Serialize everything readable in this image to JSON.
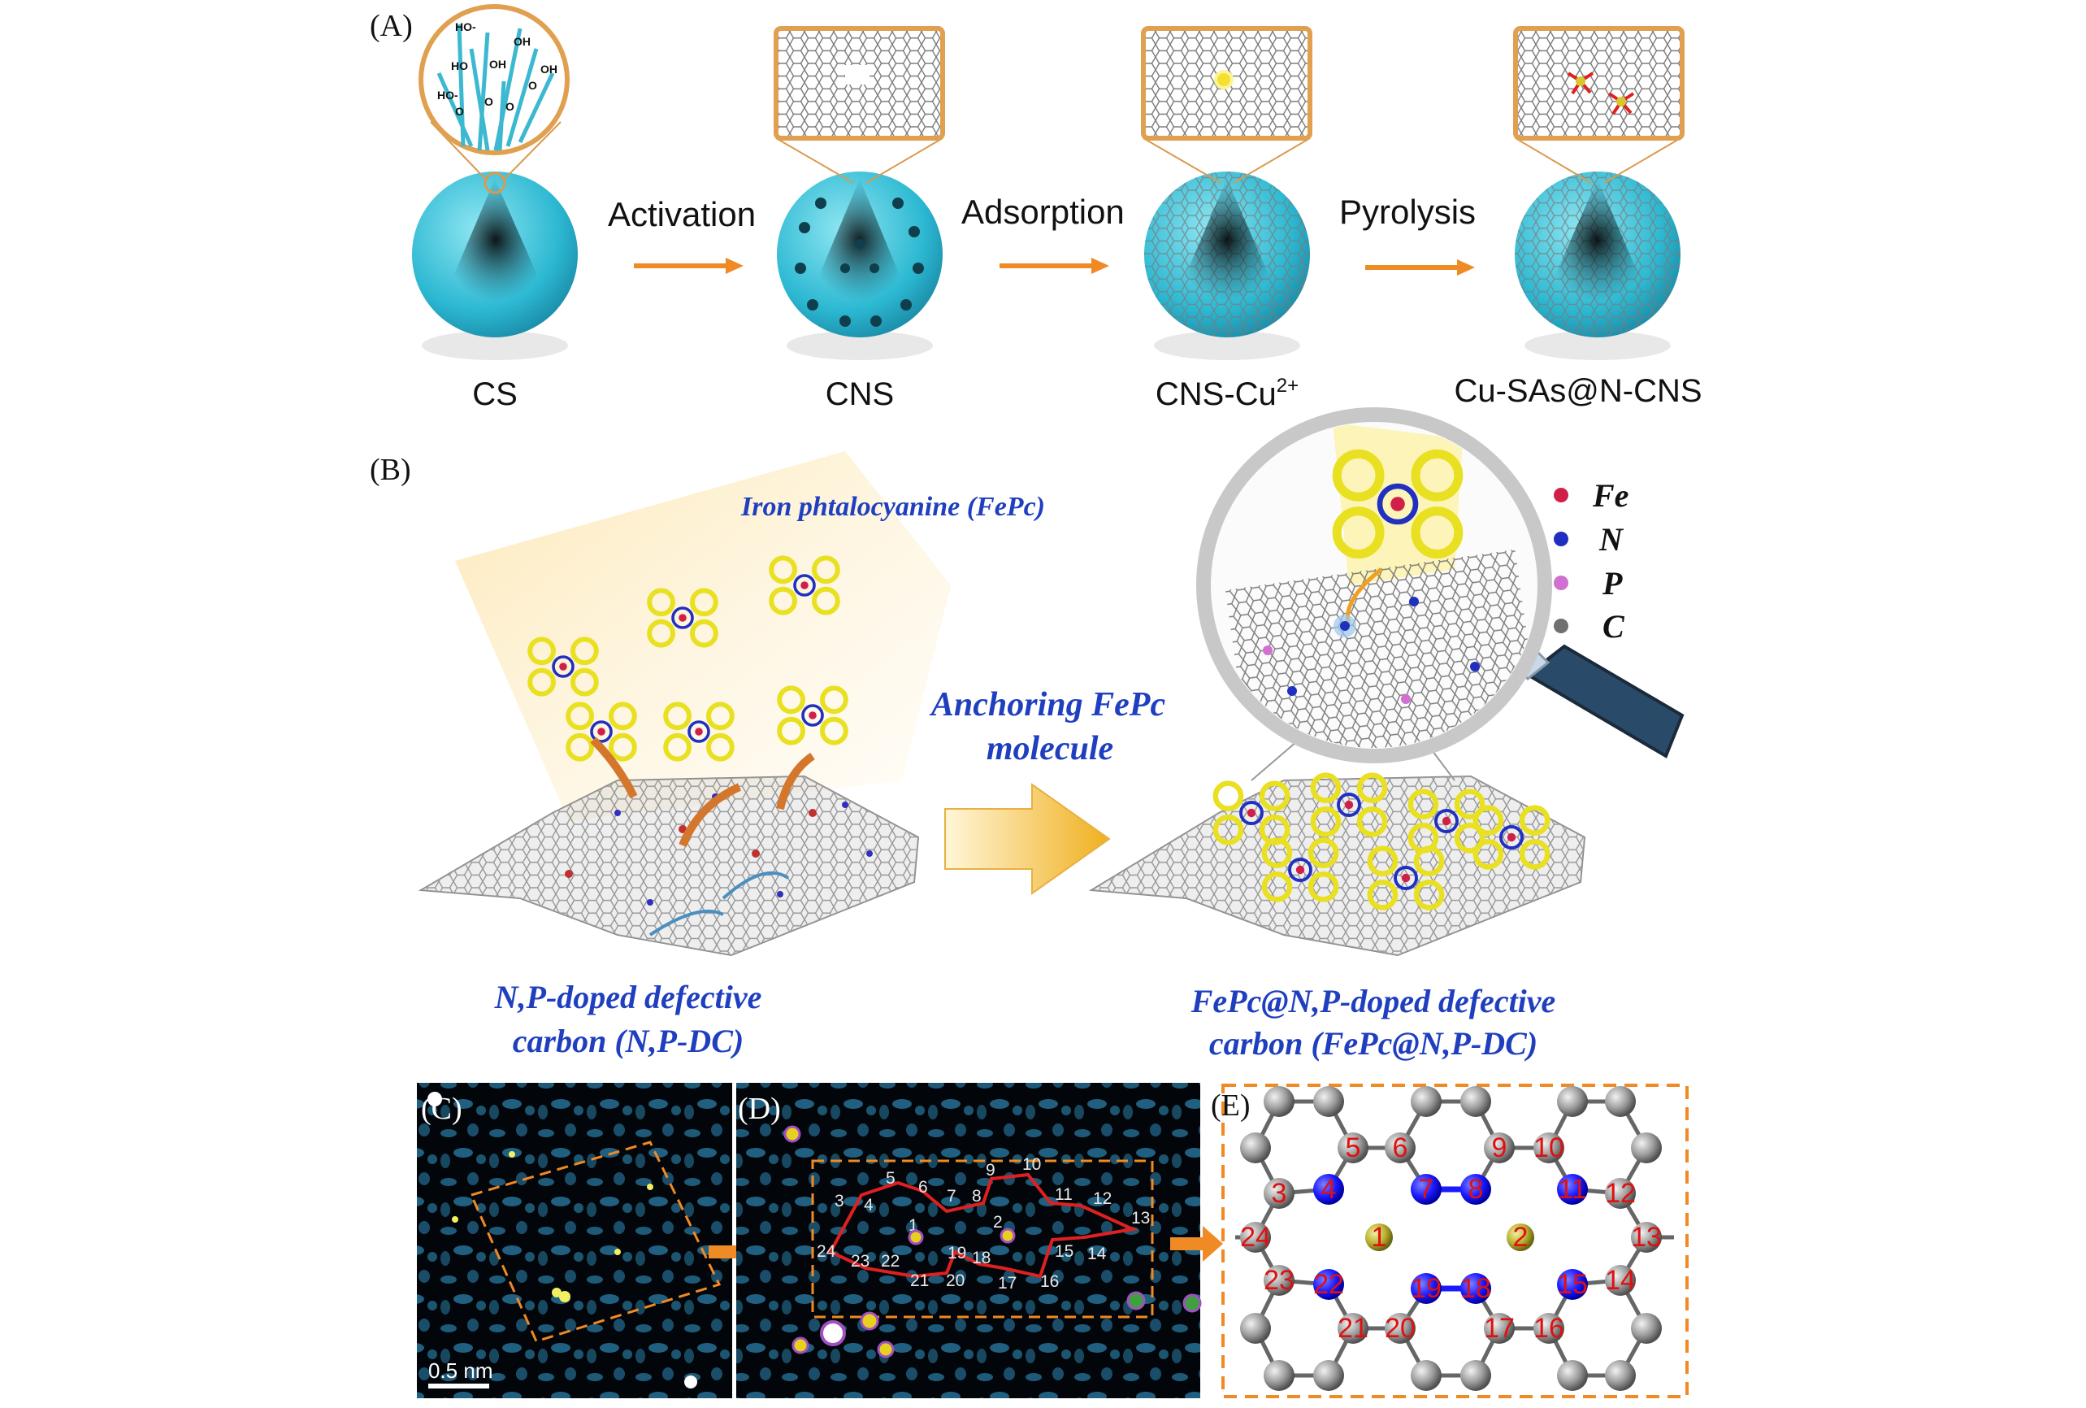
{
  "panel_a": {
    "label": "(A)",
    "steps": [
      "Activation",
      "Adsorption",
      "Pyrolysis"
    ],
    "stages": [
      "CS",
      "CNS",
      "CNS-Cu",
      "Cu-SAs@N-CNS"
    ],
    "stage3_superscript": "2+",
    "hydroxyl_labels": [
      "HO-",
      "OH",
      "HO",
      "OH",
      "OH",
      "HO-",
      "O",
      "O",
      "O",
      "O"
    ]
  },
  "panel_b": {
    "label": "(B)",
    "molecule_title": "Iron phtalocyanine (FePc)",
    "arrow_label_line1": "Anchoring FePc",
    "arrow_label_line2": "molecule",
    "left_caption_line1": "N,P-doped defective",
    "left_caption_line2": "carbon (N,P-DC)",
    "right_caption_line1": "FePc@N,P-doped defective",
    "right_caption_line2": "carbon (FePc@N,P-DC)",
    "legend": [
      {
        "symbol": "Fe",
        "color": "#d0204a"
      },
      {
        "symbol": "N",
        "color": "#1f2fbf"
      },
      {
        "symbol": "P",
        "color": "#d070d0"
      },
      {
        "symbol": "C",
        "color": "#707070"
      }
    ]
  },
  "panel_c": {
    "label": "(C)",
    "scale_bar": "0.5 nm"
  },
  "panel_d": {
    "label": "(D)",
    "numbers": [
      "1",
      "2",
      "3",
      "4",
      "5",
      "6",
      "7",
      "8",
      "9",
      "10",
      "11",
      "12",
      "13",
      "14",
      "15",
      "16",
      "17",
      "18",
      "19",
      "20",
      "21",
      "22",
      "23",
      "24"
    ]
  },
  "panel_e": {
    "label": "(E)",
    "numbers": [
      "1",
      "2",
      "3",
      "4",
      "5",
      "6",
      "7",
      "8",
      "9",
      "10",
      "11",
      "12",
      "13",
      "14",
      "15",
      "16",
      "17",
      "18",
      "19",
      "20",
      "21",
      "22",
      "23",
      "24"
    ]
  },
  "colors": {
    "orange": "#f08a24",
    "cyan": "#3cc0d8",
    "nitrogen": "#1a1aff",
    "copper": "#b8b030",
    "carbon": "#8a8a8a",
    "label_red": "#e01010"
  }
}
